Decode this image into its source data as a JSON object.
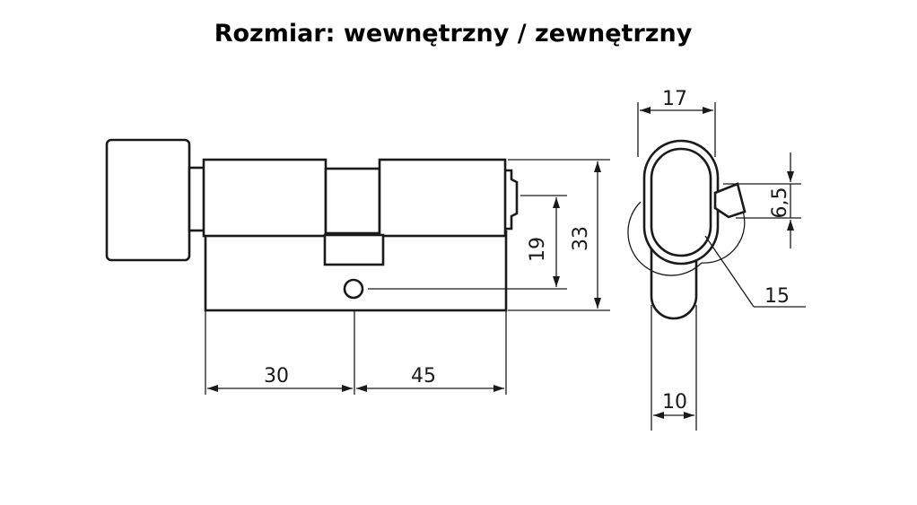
{
  "title": "Rozmiar: wewnętrzny / zewnętrzny",
  "dimensions": {
    "inner_length": "30",
    "outer_length": "45",
    "cam_height": "19",
    "total_height": "33",
    "knob_width": "17",
    "cam_thickness": "6,5",
    "radius": "15",
    "body_width": "10"
  }
}
